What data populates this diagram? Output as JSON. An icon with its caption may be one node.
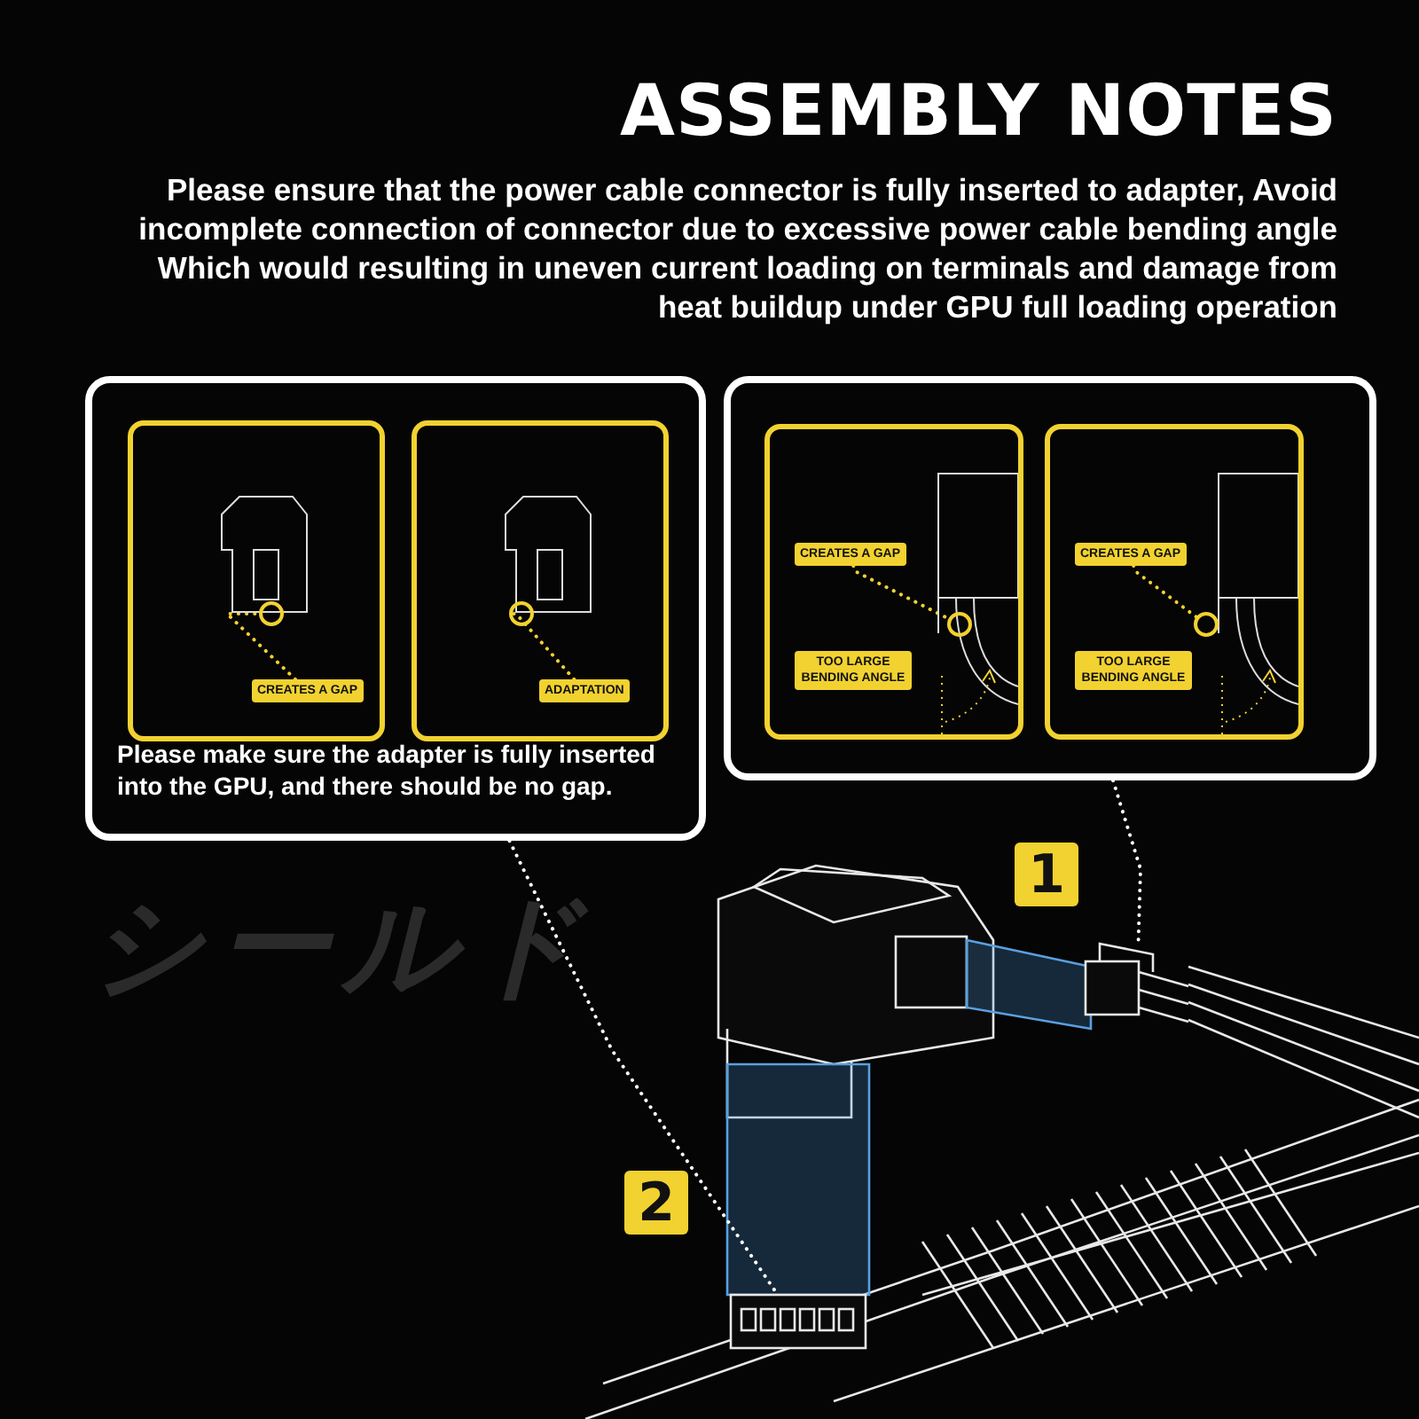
{
  "diagram": {
    "title": "ASSEMBLY NOTES",
    "nodes": [
      {
        "text": [
          "Please make sure the adapter is fully inserted into the GPU, and there should be no gap."
        ]
      },
      {
        "text": [],
        "shape": "box",
        "in": 0
      },
      {
        "text": [
          "CREATES A GAP"
        ],
        "in": 1
      },
      {
        "text": [],
        "shape": "circle",
        "in": 1
      },
      {
        "text": [],
        "shape": "box",
        "in": 0
      },
      {
        "text": [
          "ADAPTATION"
        ],
        "in": 4
      },
      {
        "text": [],
        "shape": "circle",
        "in": 4
      },
      {
        "text": [],
        "shape": "box"
      },
      {
        "text": [],
        "shape": "box",
        "in": 7
      },
      {
        "text": [
          "CREATES A GAP"
        ],
        "in": 8
      },
      {
        "text": [],
        "shape": "circle",
        "in": 8
      },
      {
        "text": [
          "TOO LARGE BENDING ANGLE"
        ],
        "in": 8
      },
      {
        "text": [],
        "shape": "box",
        "in": 7
      },
      {
        "text": [
          "CREATES A GAP"
        ],
        "in": 12
      },
      {
        "text": [],
        "shape": "circle",
        "in": 12
      },
      {
        "text": [
          "TOO LARGE BENDING ANGLE"
        ],
        "in": 12
      },
      {
        "text": [
          "1"
        ]
      },
      {
        "text": [
          "2"
        ]
      },
      {
        "text": [],
        "shape": "picture"
      },
      {
        "text": [],
        "shape": "picture"
      }
    ],
    "edges": [
      {
        "from": 2,
        "to": 3,
        "arrow": "none",
        "style": "dashed"
      },
      {
        "from": 5,
        "to": 6,
        "arrow": "none",
        "style": "dashed"
      },
      {
        "from": 9,
        "to": 10,
        "arrow": "none",
        "style": "dashed"
      },
      {
        "from": 13,
        "to": 14,
        "arrow": "none",
        "style": "dashed"
      },
      {
        "from": 7,
        "to": 18,
        "arrow": "none",
        "style": "dashed",
        "color": "#ffffff"
      },
      {
        "from": 0,
        "to": 19,
        "arrow": "none",
        "style": "dashed",
        "color": "#ffffff"
      }
    ],
    "labels": [
      "Please ensure that the power cable connector is fully inserted to adapter, Avoid incomplete connection of connector due to excessive power cable bending angle Which would resulting in uneven current loading on terminals and damage from heat buildup under GPU full loading operation",
      "シールド"
    ]
  }
}
